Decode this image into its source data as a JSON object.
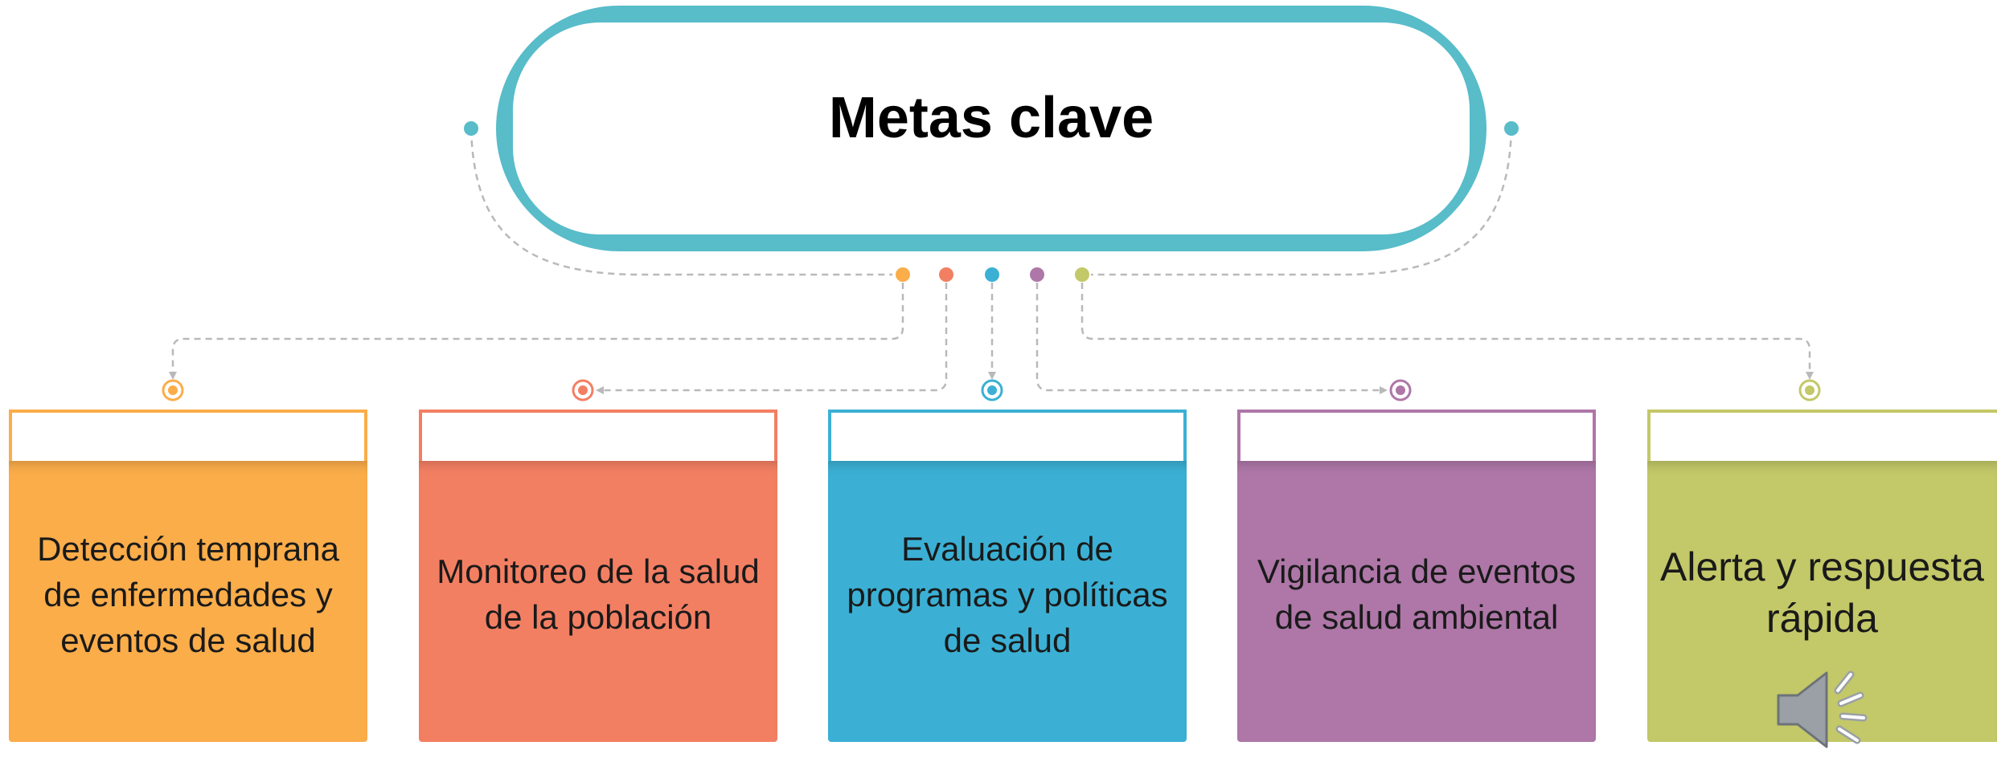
{
  "title": "Metas clave",
  "colors": {
    "title_pill": "#58bcc9",
    "connector": "#b9b9b9"
  },
  "goals": [
    {
      "label": "Detección temprana de enfermedades y eventos de salud",
      "color": "#fbad4a"
    },
    {
      "label": "Monitoreo de la salud de la población",
      "color": "#f37f63"
    },
    {
      "label": "Evaluación de programas y políticas de salud",
      "color": "#3bb0d4"
    },
    {
      "label": "Vigilancia de eventos de salud ambiental",
      "color": "#ae77a8"
    },
    {
      "label": "Alerta y respuesta rápida",
      "color": "#c3c868"
    }
  ],
  "icons": {
    "audio": "speaker-icon"
  }
}
